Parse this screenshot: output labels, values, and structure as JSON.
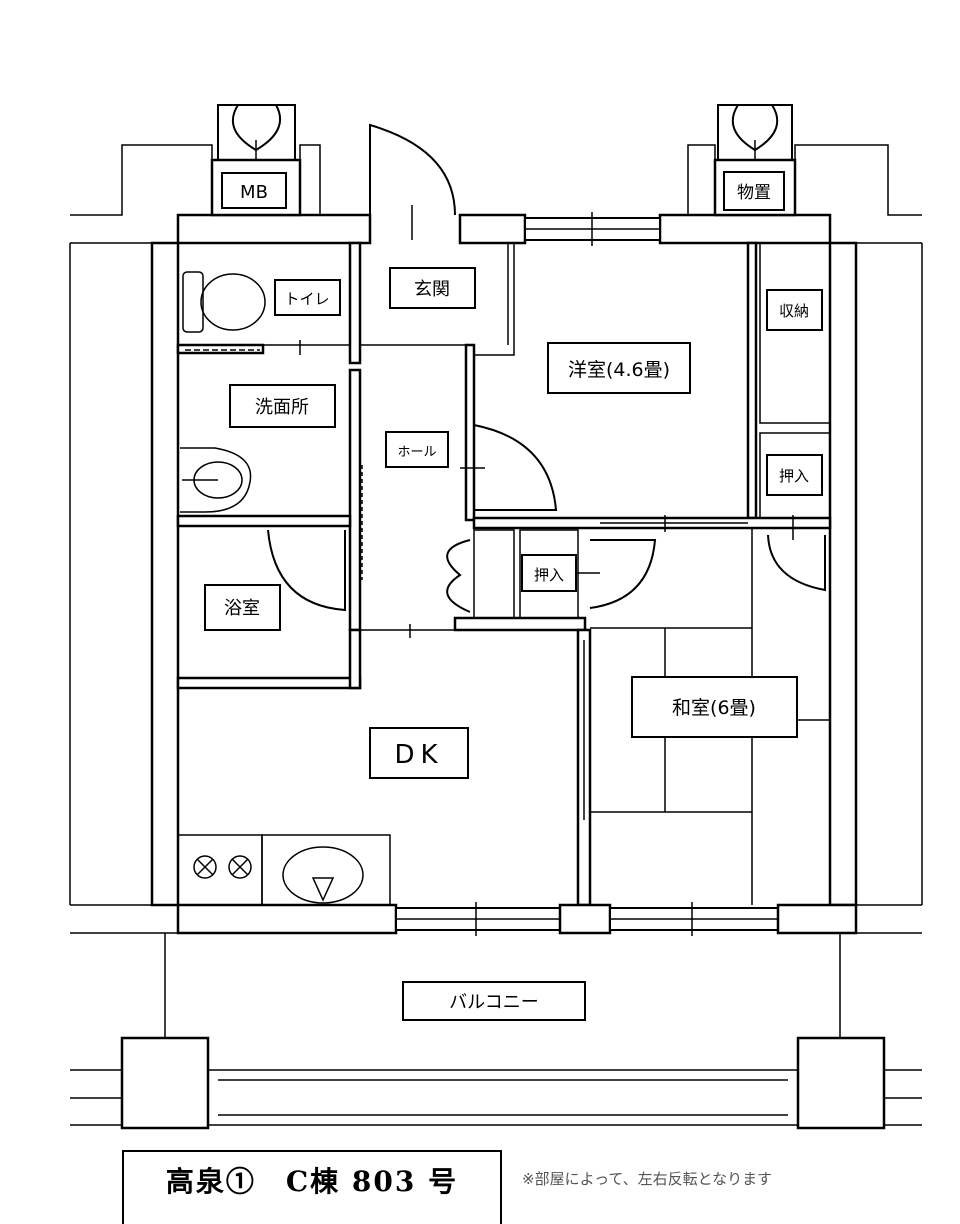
{
  "rooms": {
    "mb": "MB",
    "storage_outside": "物置",
    "toilet": "トイレ",
    "entrance": "玄関",
    "western_room": "洋室(4.6畳)",
    "closet_shuno": "収納",
    "washroom": "洗面所",
    "hall": "ホール",
    "oshiire_right": "押入",
    "oshiire_center": "押入",
    "bathroom": "浴室",
    "japanese_room": "和室(6畳)",
    "dk": "DK",
    "balcony": "バルコニー"
  },
  "caption": {
    "title": "高泉①　C棟 803 号",
    "note": "※部屋によって、左右反転となります"
  }
}
